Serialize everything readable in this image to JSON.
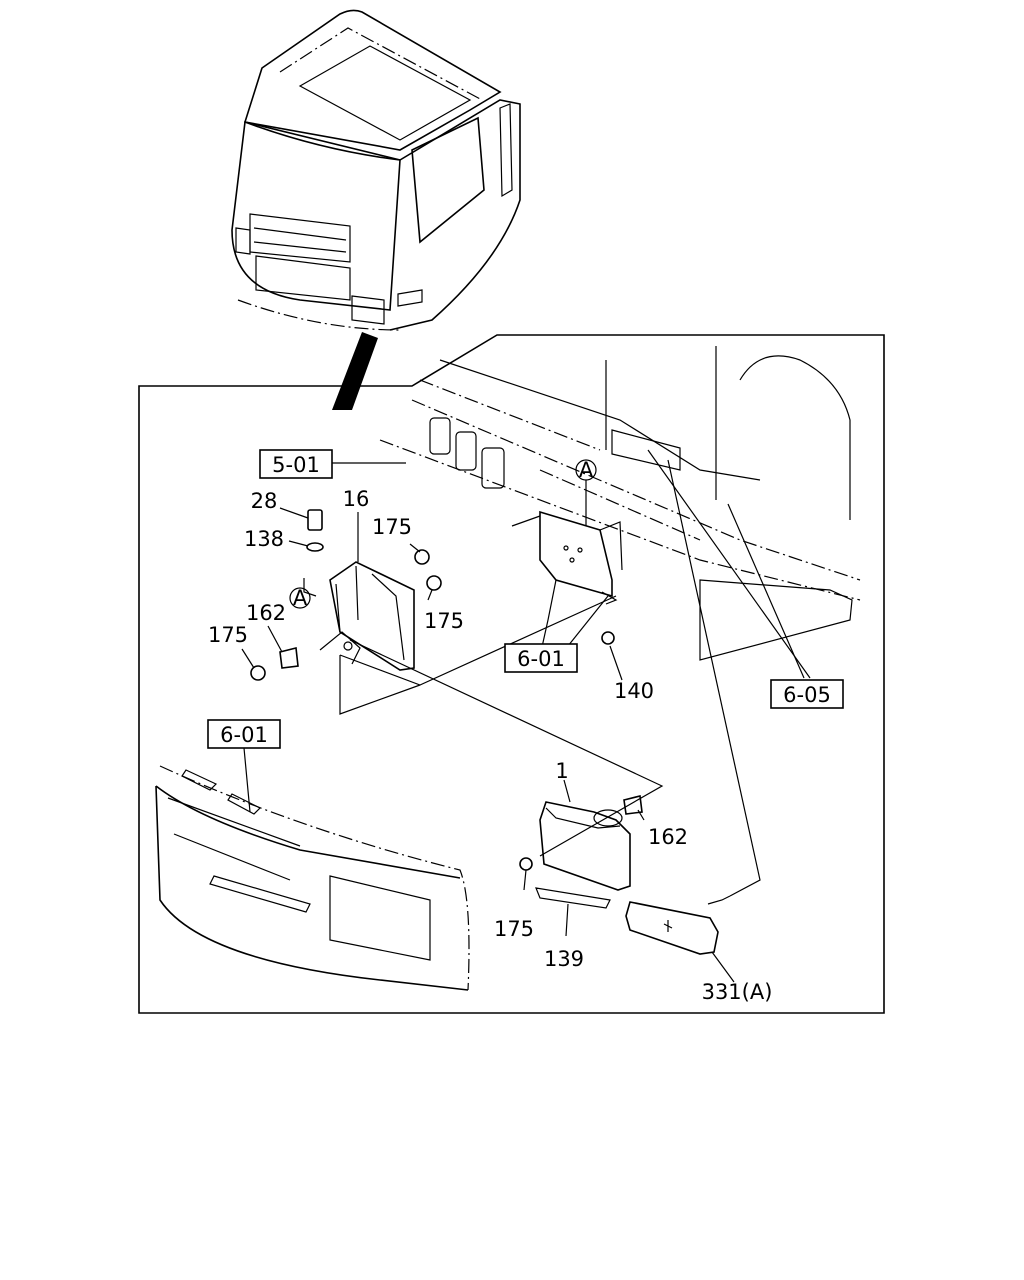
{
  "callouts": {
    "ref_5_01": "5-01",
    "ref_6_01_upper": "6-01",
    "ref_6_01_lower": "6-01",
    "ref_6_05": "6-05",
    "p28": "28",
    "p138": "138",
    "p16": "16",
    "p175_a": "175",
    "p175_b": "175",
    "p175_c": "175",
    "p175_d": "175",
    "p162_a": "162",
    "p162_b": "162",
    "p140": "140",
    "p1": "1",
    "p139": "139",
    "p331": "331(A)",
    "marker_a1": "A",
    "marker_a2": "A"
  }
}
